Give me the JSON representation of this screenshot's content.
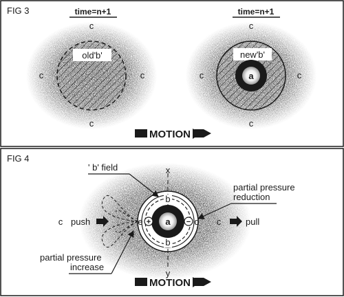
{
  "fig3": {
    "title": "FIG 3",
    "time_left": "time=n+1",
    "time_right": "time=n+1",
    "old_label": "old'b'",
    "new_label": "new'b'",
    "core_label": "a",
    "c": "c",
    "motion": "MOTION"
  },
  "fig4": {
    "title": "FIG 4",
    "b_field": "' b' field",
    "x": "x",
    "y": "y",
    "b_top": "b",
    "b_bottom": "b",
    "core_label": "a",
    "e": "e",
    "d": "d",
    "plus": "+",
    "minus": "−",
    "c_left": "c",
    "c_right": "c",
    "push": "push",
    "pull": "pull",
    "reduction_line1": "partial pressure",
    "reduction_line2": "reduction",
    "increase_line1": "partial pressure",
    "increase_line2": "increase",
    "motion": "MOTION"
  },
  "colors": {
    "ink": "#1a1a1a",
    "paper": "#ffffff"
  }
}
